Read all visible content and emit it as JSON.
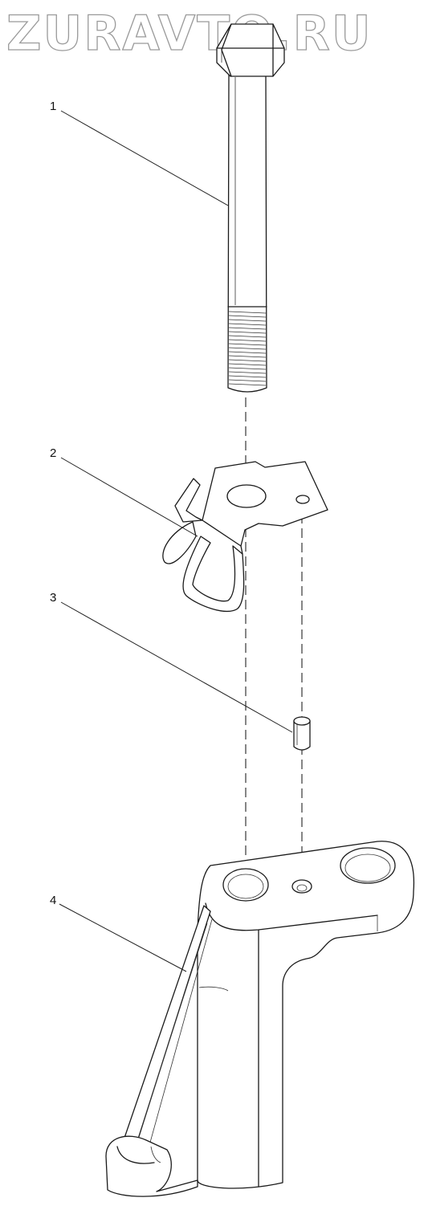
{
  "watermark": "ZURAVTO.RU",
  "callouts": {
    "bolt": "1",
    "spring_clip": "2",
    "pin": "3",
    "bracket": "4"
  },
  "colors": {
    "line": "#1a1a1a",
    "watermark_outline": "#9a9a9a",
    "background": "#ffffff"
  }
}
